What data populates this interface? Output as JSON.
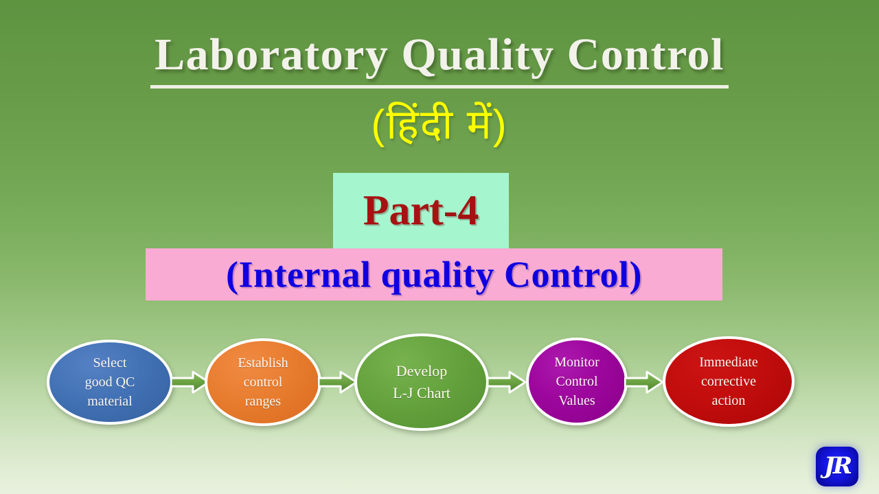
{
  "slide": {
    "title": "Laboratory Quality Control",
    "subtitle_hindi": "(हिंदी  में)",
    "part_label": "Part-4",
    "section_label": "(Internal quality Control)",
    "logo_mark": "JR"
  },
  "colors": {
    "background_top": "#5d9440",
    "background_bottom": "#e8f1dd",
    "title_text": "#f2f2ea",
    "hindi_text": "#ffff00",
    "part_box_bg": "#a5f5cf",
    "part_text": "#a61212",
    "section_box_bg": "#f9abd3",
    "section_text": "#1000e0",
    "arrow_fill": "#6aa241",
    "arrow_stroke": "#ffffff",
    "logo_bg": "#1414e0"
  },
  "flow": {
    "nodes": [
      {
        "id": "select-qc-material",
        "label": "Select\ngood QC\nmaterial",
        "color": "#4272b5"
      },
      {
        "id": "establish-control-ranges",
        "label": "Establish\ncontrol\nranges",
        "color": "#e87d2f"
      },
      {
        "id": "develop-lj-chart",
        "label": "Develop\nL-J Chart",
        "color": "#65a33e"
      },
      {
        "id": "monitor-control-values",
        "label": "Monitor\nControl\nValues",
        "color": "#9c069c"
      },
      {
        "id": "immediate-corrective-action",
        "label": "Immediate\ncorrective\naction",
        "color": "#c20d0d"
      }
    ],
    "arrows": [
      {
        "id": "arrow-1",
        "from": "select-qc-material",
        "to": "establish-control-ranges"
      },
      {
        "id": "arrow-2",
        "from": "establish-control-ranges",
        "to": "develop-lj-chart"
      },
      {
        "id": "arrow-3",
        "from": "develop-lj-chart",
        "to": "monitor-control-values"
      },
      {
        "id": "arrow-4",
        "from": "monitor-control-values",
        "to": "immediate-corrective-action"
      }
    ]
  }
}
